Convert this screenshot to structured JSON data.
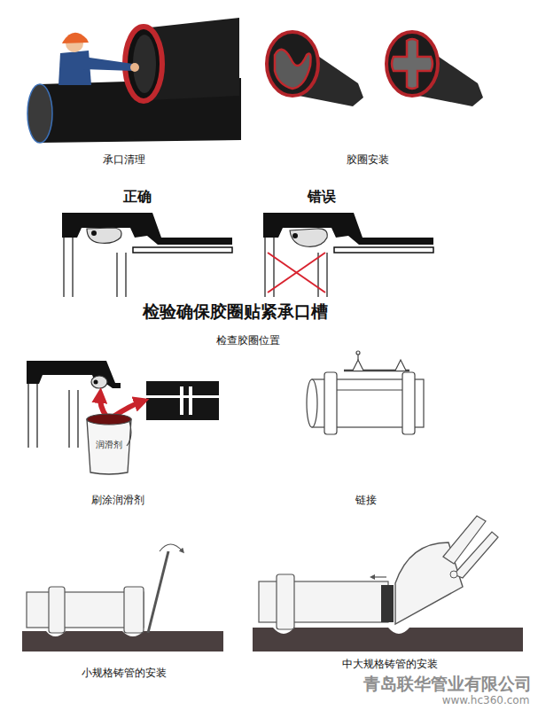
{
  "diagram": {
    "nodes": [
      {
        "text": [
          "润滑剂"
        ]
      }
    ],
    "labels": [
      "承口清理",
      "胶圈安装",
      "正确",
      "错误",
      "检验确保胶圈贴紧承口槽",
      "检查胶圈位置",
      "刷涂润滑剂",
      "链接",
      "小规格铸管的安装",
      "中大规格铸管的安装",
      "青岛联华管业有限公司",
      "www.hc360.com"
    ]
  }
}
